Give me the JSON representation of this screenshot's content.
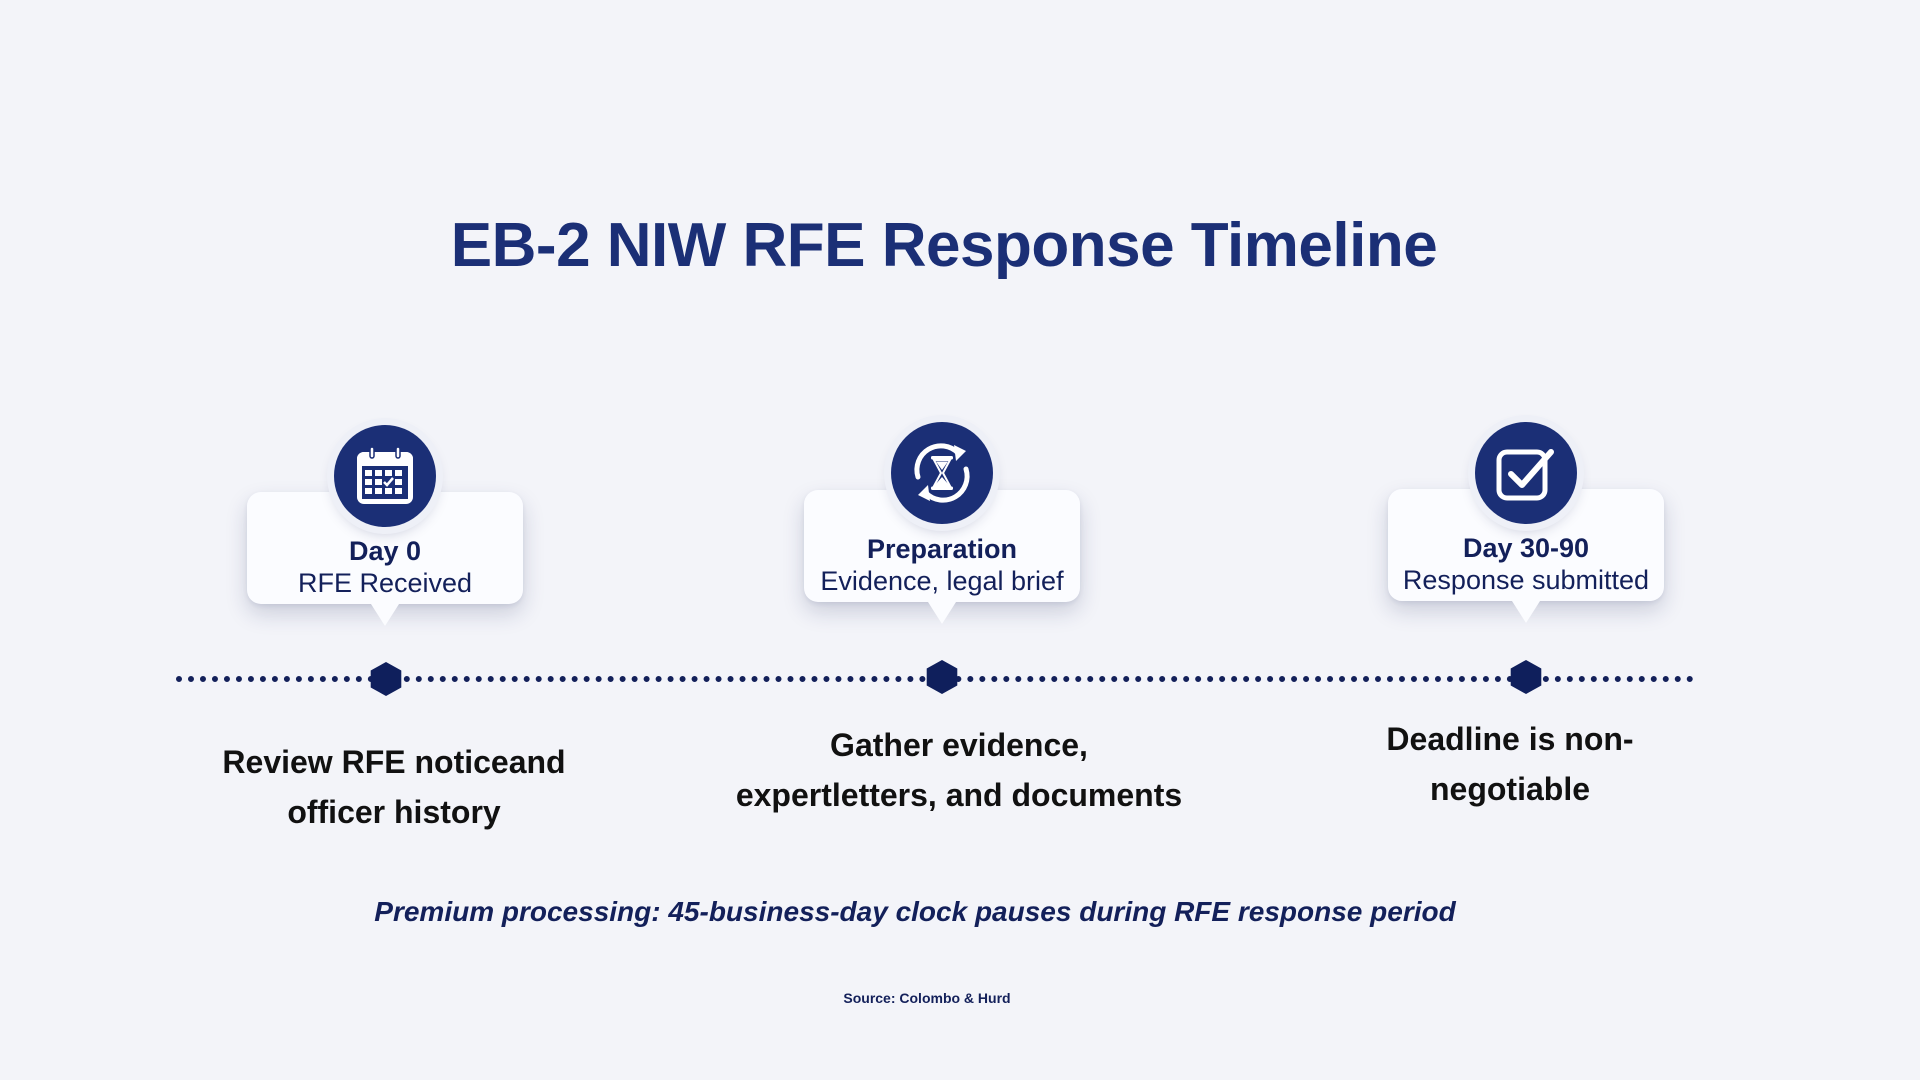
{
  "title": "EB-2 NIW RFE Response Timeline",
  "steps": [
    {
      "icon": "calendar-icon",
      "title": "Day 0",
      "subtitle": "RFE Received",
      "description_line1": "Review RFE noticeand",
      "description_line2": "officer history"
    },
    {
      "icon": "hourglass-cycle-icon",
      "title": "Preparation",
      "subtitle": "Evidence, legal brief",
      "description_line1": "Gather evidence,",
      "description_line2": "expertletters, and documents"
    },
    {
      "icon": "checkbox-icon",
      "title": "Day 30-90",
      "subtitle": "Response submitted",
      "description_line1": "Deadline is non-",
      "description_line2": "negotiable"
    }
  ],
  "note": "Premium processing: 45-business-day clock pauses during RFE response period",
  "source": "Source: Colombo & Hurd",
  "colors": {
    "background": "#f3f4f9",
    "primary": "#1b2f76",
    "dark": "#13205a",
    "card": "#fbfcff"
  }
}
